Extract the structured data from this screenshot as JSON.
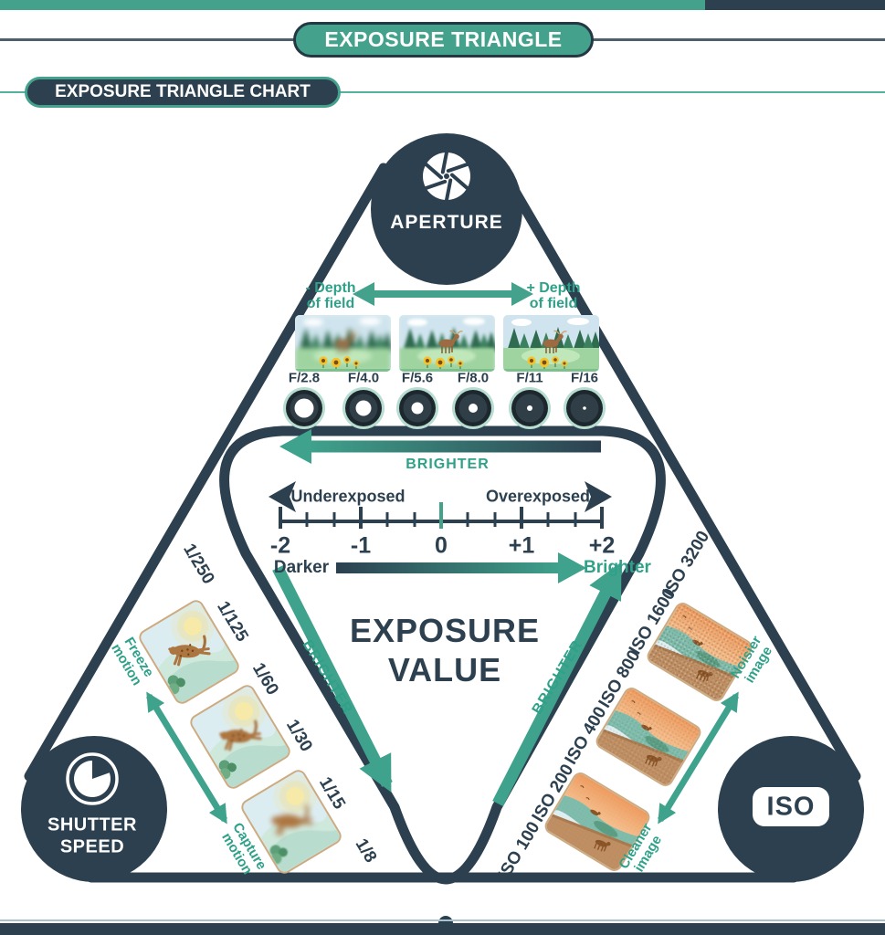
{
  "header": {
    "title_badge": "EXPOSURE TRIANGLE",
    "chart_badge": "EXPOSURE TRIANGLE CHART"
  },
  "colors": {
    "teal": "#44a28c",
    "navy": "#2c4050",
    "teal_text": "#2fa189"
  },
  "aperture": {
    "label": "APERTURE",
    "dof_less_1": "- Depth",
    "dof_less_2": "of field",
    "dof_more_1": "+ Depth",
    "dof_more_2": "of field",
    "fstops": [
      "F/2.8",
      "F/4.0",
      "F/5.6",
      "F/8.0",
      "F/11",
      "F/16"
    ],
    "brighter": "BRIGHTER"
  },
  "exposure": {
    "underexposed": "Underexposed",
    "overexposed": "Overexposed",
    "ticks": [
      "-2",
      "-1",
      "0",
      "+1",
      "+2"
    ],
    "darker": "Darker",
    "brighter": "Brighter",
    "title_1": "EXPOSURE",
    "title_2": "VALUE"
  },
  "shutter": {
    "label_1": "SHUTTER",
    "label_2": "SPEED",
    "speeds": [
      "1/250",
      "1/125",
      "1/60",
      "1/30",
      "1/15",
      "1/8"
    ],
    "freeze_1": "Freeze",
    "freeze_2": "motion",
    "capture_1": "Capture",
    "capture_2": "motion",
    "brighter": "BRIGHTER"
  },
  "iso": {
    "label": "ISO",
    "values": [
      "ISO 100",
      "ISO 200",
      "ISO 400",
      "ISO 800",
      "ISO 1600",
      "ISO 3200"
    ],
    "noisier_1": "Noisier",
    "noisier_2": "image",
    "cleaner_1": "Cleaner",
    "cleaner_2": "image",
    "brighter": "BRIGHTER"
  }
}
